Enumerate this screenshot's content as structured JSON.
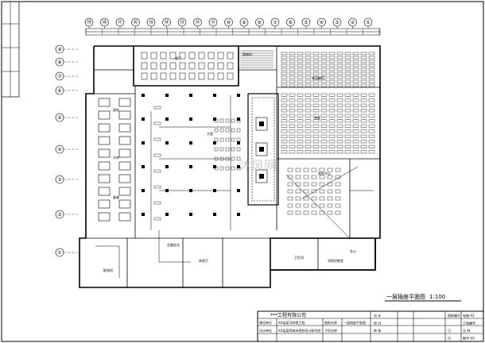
{
  "drawing": {
    "title": "一层插座平面图",
    "scale": "1:100",
    "company": "***工程有限公司"
  },
  "title_block": {
    "left_rows": [
      [
        "建设单位",
        "XX省某河宾馆工程"
      ],
      [
        "设计单位",
        "XX省某院城市规划设计研究院"
      ]
    ],
    "mid_rows": [
      [
        "图纸名称",
        "一层插座平面图"
      ],
      [
        "子项名称",
        ""
      ]
    ],
    "sign_rows": [
      "设 计",
      "校 对",
      "审 核"
    ],
    "right_rows": [
      [
        "图纸编号",
        "电施-03"
      ],
      [
        "",
        "工程编号"
      ],
      [
        "日",
        "比 例"
      ],
      [
        "日",
        "图号 XX"
      ]
    ]
  },
  "axes": {
    "top": [
      "⑲",
      "⑱",
      "⑰",
      "⑯",
      "⑮",
      "⑭",
      "⑬",
      "⑫",
      "⑪",
      "⑩",
      "⑨",
      "⑧",
      "⑦",
      "⑥",
      "⑤",
      "④",
      "③",
      "②",
      "①"
    ],
    "left": [
      "⑨",
      "⑧",
      "⑦",
      "⑥",
      "⑤",
      "④",
      "③",
      "②",
      "①"
    ]
  },
  "rooms": [
    "厨房",
    "冷库",
    "备餐",
    "餐厅",
    "多功能厅",
    "大堂",
    "总服务台",
    "商务中心",
    "配电间",
    "楼梯间",
    "卫生间",
    "休息厅",
    "茶座",
    "消防控制室",
    "办公"
  ],
  "colors": {
    "ink": "#000000",
    "paper": "#ffffff",
    "watermark": "#b0b0b0"
  }
}
